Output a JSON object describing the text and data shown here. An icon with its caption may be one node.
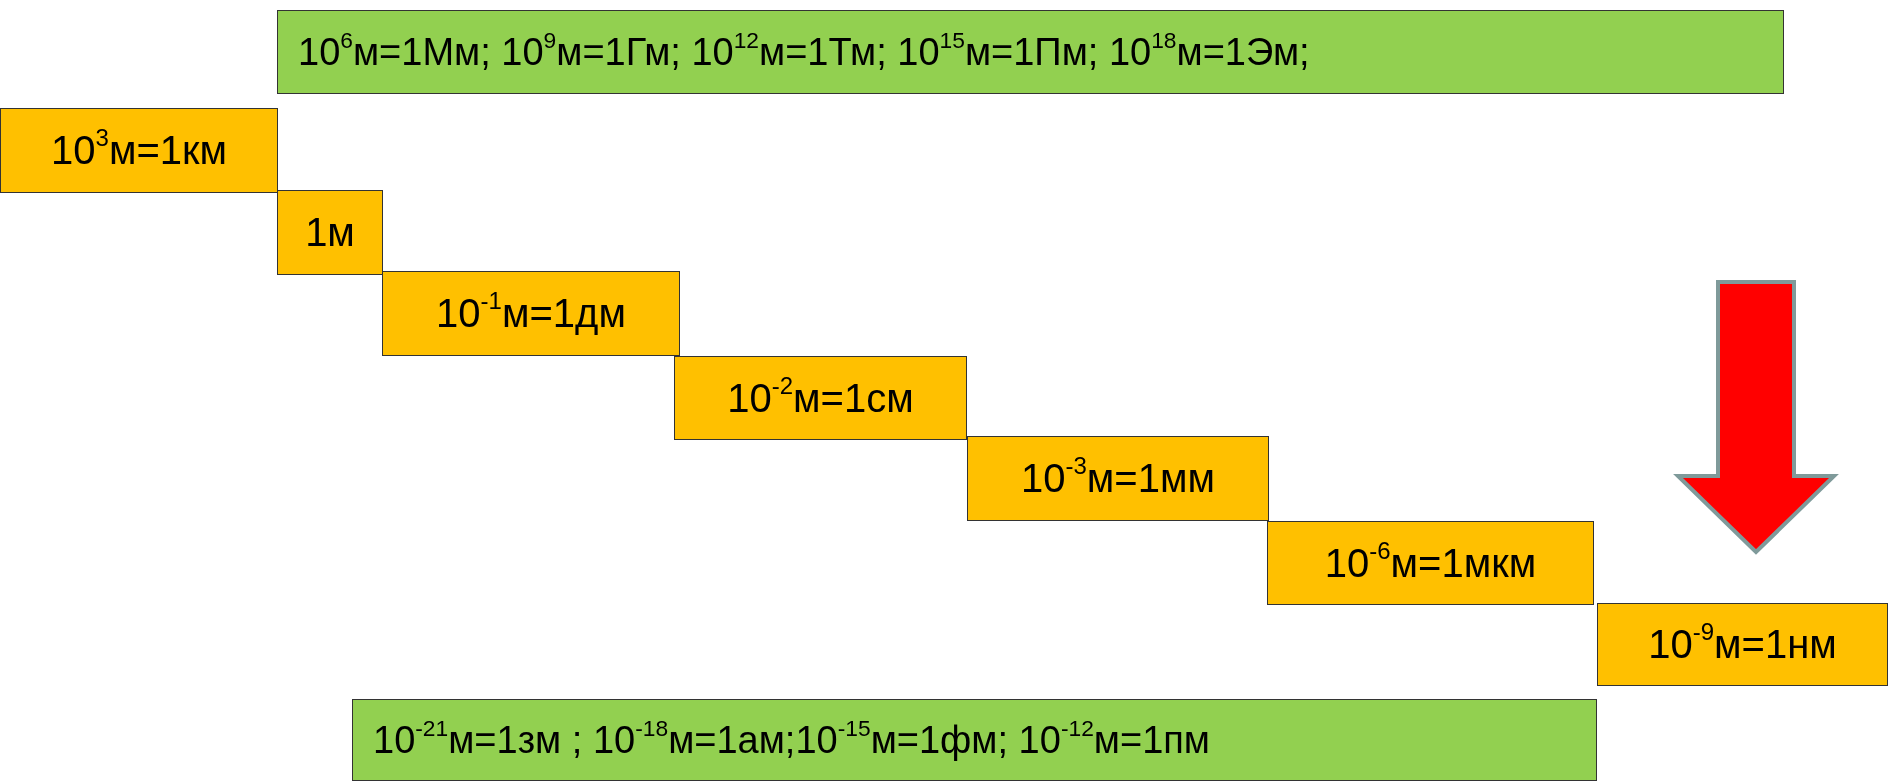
{
  "diagram": {
    "nodes": [
      {
        "text": [
          "10$^{6}$м=1Мм; 10$^{9}$м=1Гм; 10$^{12}$м=1Тм; 10$^{15}$м=1Пм; 10$^{18}$м=1Эм;"
        ]
      },
      {
        "text": [
          "10$^{3}$м=1км"
        ]
      },
      {
        "text": [
          "1м"
        ]
      },
      {
        "text": [
          "10$^{-1}$м=1дм"
        ]
      },
      {
        "text": [
          "10$^{-2}$м=1см"
        ]
      },
      {
        "text": [
          "10$^{-3}$м=1мм"
        ]
      },
      {
        "text": [
          "10$^{-6}$м=1мкм"
        ]
      },
      {
        "text": [
          "10$^{-9}$м=1нм"
        ]
      },
      {
        "text": [
          "10$^{-21}$м=1зм ; 10$^{-18}$м=1ам;10$^{-15}$м=1фм; 10$^{-12}$м=1пм"
        ]
      }
    ],
    "edges": []
  }
}
